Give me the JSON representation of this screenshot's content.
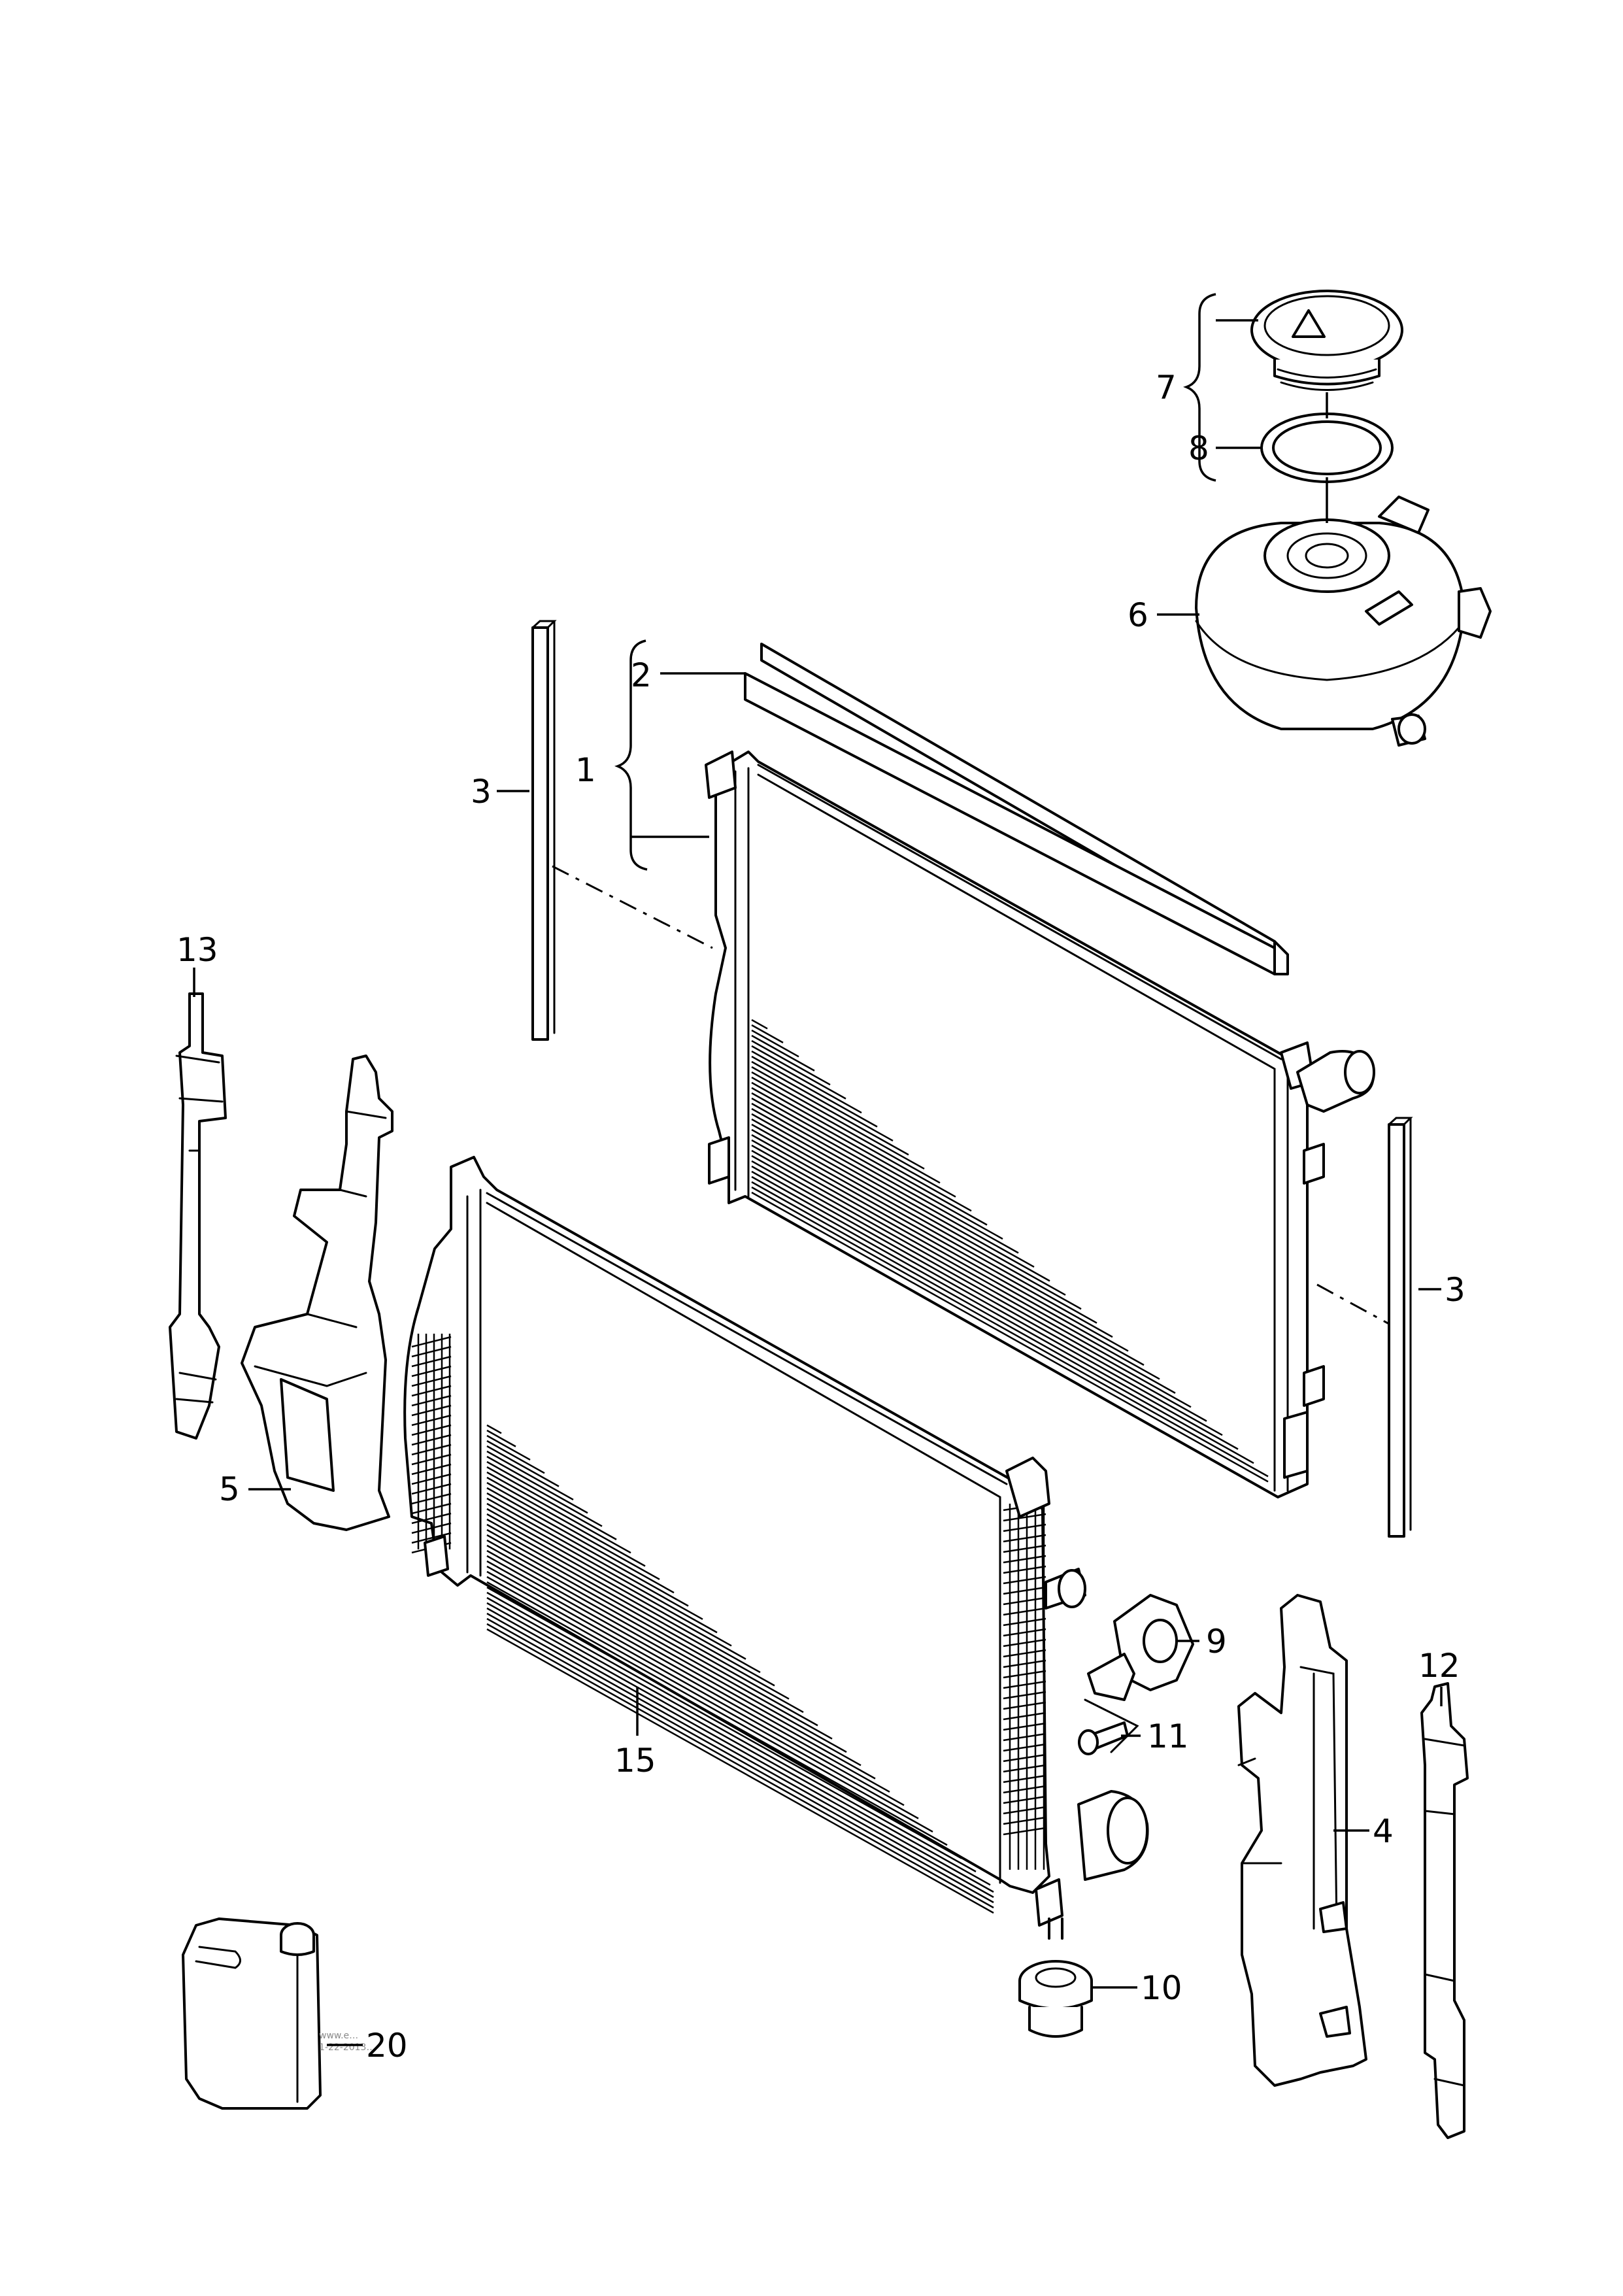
{
  "diagram": {
    "callouts": [
      {
        "id": "c1",
        "label": "1"
      },
      {
        "id": "c2",
        "label": "2"
      },
      {
        "id": "c3a",
        "label": "3"
      },
      {
        "id": "c3b",
        "label": "3"
      },
      {
        "id": "c4",
        "label": "4"
      },
      {
        "id": "c5",
        "label": "5"
      },
      {
        "id": "c6",
        "label": "6"
      },
      {
        "id": "c7",
        "label": "7"
      },
      {
        "id": "c8",
        "label": "8"
      },
      {
        "id": "c9",
        "label": "9"
      },
      {
        "id": "c10",
        "label": "10"
      },
      {
        "id": "c11",
        "label": "11"
      },
      {
        "id": "c12",
        "label": "12"
      },
      {
        "id": "c13",
        "label": "13"
      },
      {
        "id": "c15",
        "label": "15"
      },
      {
        "id": "c20",
        "label": "20"
      }
    ],
    "watermark": [
      "www.e…",
      "1-22-2013…"
    ]
  }
}
